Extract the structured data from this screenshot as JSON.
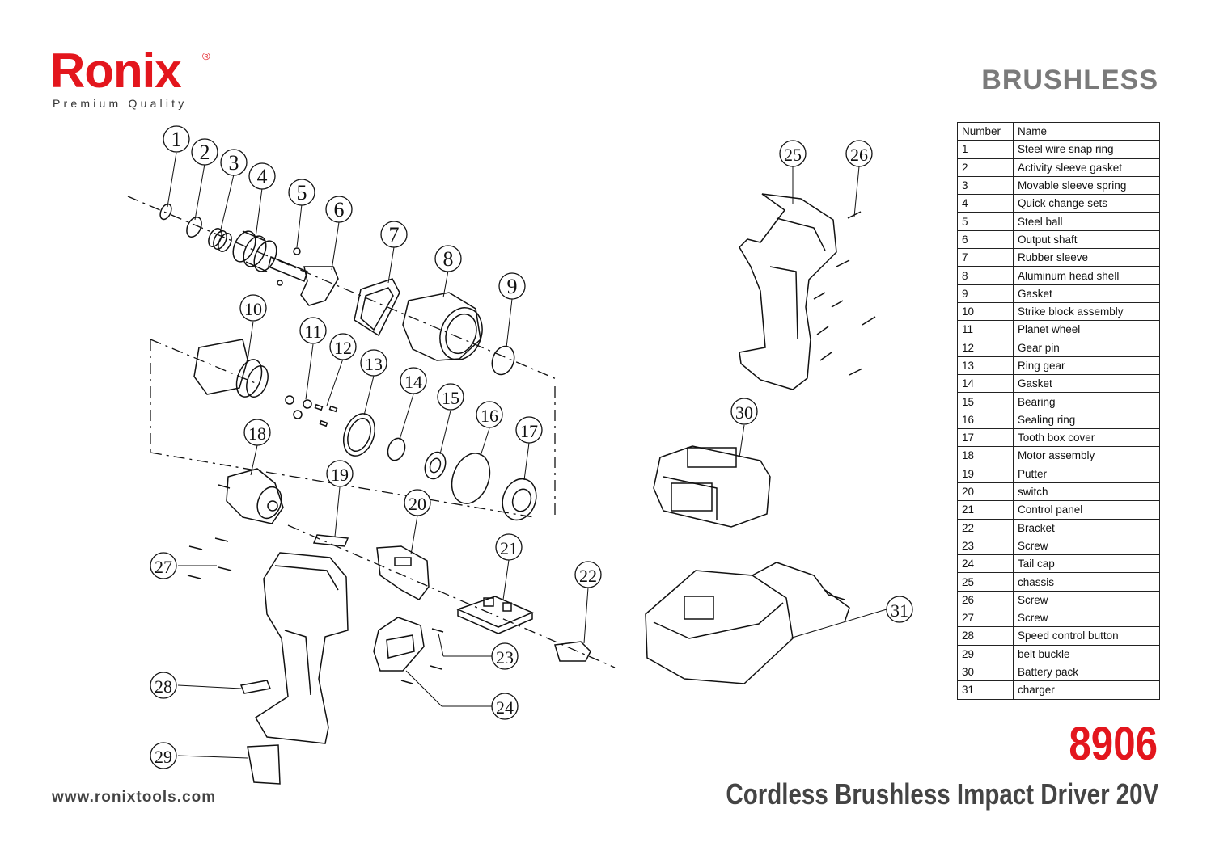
{
  "brand": {
    "name": "Ronix",
    "registered": "®",
    "tagline": "Premium Quality"
  },
  "series": "BRUSHLESS",
  "table": {
    "headers": [
      "Number",
      "Name"
    ],
    "rows": [
      [
        "1",
        "Steel wire snap ring"
      ],
      [
        "2",
        "Activity sleeve gasket"
      ],
      [
        "3",
        "Movable sleeve spring"
      ],
      [
        "4",
        "Quick change sets"
      ],
      [
        "5",
        "Steel ball"
      ],
      [
        "6",
        "Output shaft"
      ],
      [
        "7",
        "Rubber sleeve"
      ],
      [
        "8",
        "Aluminum head shell"
      ],
      [
        "9",
        "Gasket"
      ],
      [
        "10",
        "Strike block assembly"
      ],
      [
        "11",
        "Planet wheel"
      ],
      [
        "12",
        "Gear pin"
      ],
      [
        "13",
        "Ring gear"
      ],
      [
        "14",
        "Gasket"
      ],
      [
        "15",
        "Bearing"
      ],
      [
        "16",
        "Sealing ring"
      ],
      [
        "17",
        "Tooth box cover"
      ],
      [
        "18",
        "Motor assembly"
      ],
      [
        "19",
        "Putter"
      ],
      [
        "20",
        "switch"
      ],
      [
        "21",
        "Control panel"
      ],
      [
        "22",
        "Bracket"
      ],
      [
        "23",
        "Screw"
      ],
      [
        "24",
        "Tail cap"
      ],
      [
        "25",
        "chassis"
      ],
      [
        "26",
        "Screw"
      ],
      [
        "27",
        "Screw"
      ],
      [
        "28",
        "Speed control button"
      ],
      [
        "29",
        "belt buckle"
      ],
      [
        "30",
        "Battery pack"
      ],
      [
        "31",
        "charger"
      ]
    ]
  },
  "callouts": [
    "1",
    "2",
    "3",
    "4",
    "5",
    "6",
    "7",
    "8",
    "9",
    "10",
    "11",
    "12",
    "13",
    "14",
    "15",
    "16",
    "17",
    "18",
    "19",
    "20",
    "21",
    "22",
    "23",
    "24",
    "25",
    "26",
    "27",
    "28",
    "29",
    "30",
    "31"
  ],
  "model": "8906",
  "product": "Cordless Brushless Impact Driver 20V",
  "website": "www.ronixtools.com",
  "colors": {
    "brand_red": "#e3161d",
    "heading_gray": "#7a7a7a",
    "line": "#111111"
  }
}
